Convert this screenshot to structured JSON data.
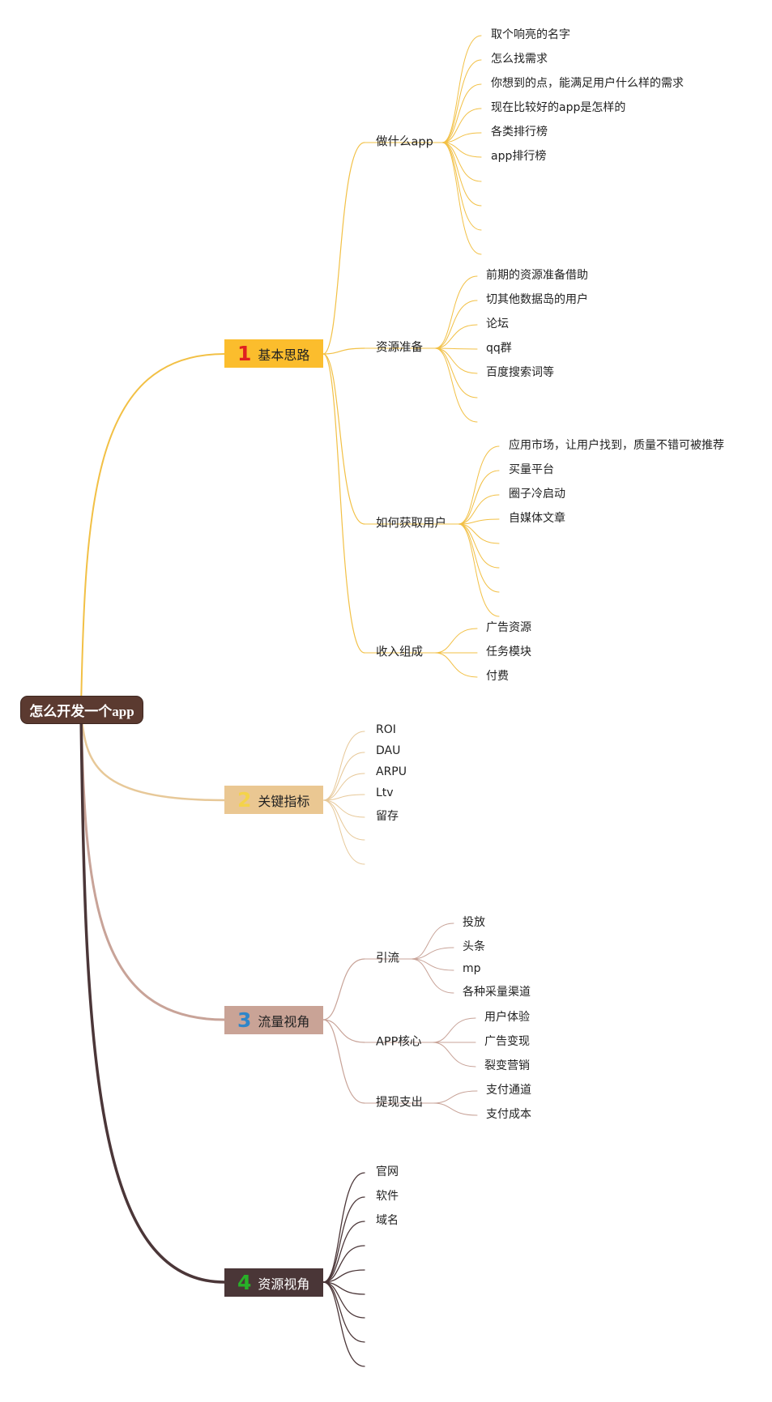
{
  "root": {
    "label": "怎么开发一个app"
  },
  "branches": [
    {
      "id": "b1",
      "number": "1",
      "label": "基本思路",
      "box_color": "#fbbd2d",
      "line_color": "#f2c045",
      "number_color": "#e02020",
      "children": [
        {
          "label": "做什么app",
          "leaves": [
            "取个响亮的名字",
            "怎么找需求",
            "你想到的点，能满足用户什么样的需求",
            "现在比较好的app是怎样的",
            "各类排行榜",
            "app排行榜",
            "",
            "",
            "",
            ""
          ]
        },
        {
          "label": "资源准备",
          "leaves": [
            "前期的资源准备借助",
            "切其他数据岛的用户",
            "论坛",
            "qq群",
            "百度搜索词等",
            "",
            ""
          ]
        },
        {
          "label": "如何获取用户",
          "leaves": [
            "应用市场，让用户找到，质量不错可被推荐",
            "买量平台",
            "圈子冷启动",
            "自媒体文章",
            "",
            "",
            "",
            ""
          ]
        },
        {
          "label": "收入组成",
          "leaves": [
            "广告资源",
            "任务模块",
            "付费"
          ]
        }
      ]
    },
    {
      "id": "b2",
      "number": "2",
      "label": "关键指标",
      "box_color": "#eac792",
      "line_color": "#e7c898",
      "number_color": "#f4d34a",
      "children": [
        {
          "label": "ROI",
          "leaves": []
        },
        {
          "label": "DAU",
          "leaves": []
        },
        {
          "label": "ARPU",
          "leaves": []
        },
        {
          "label": "Ltv",
          "leaves": []
        },
        {
          "label": "留存",
          "leaves": []
        },
        {
          "label": "",
          "leaves": []
        },
        {
          "label": "",
          "leaves": []
        }
      ]
    },
    {
      "id": "b3",
      "number": "3",
      "label": "流量视角",
      "box_color": "#c9a396",
      "line_color": "#c8a398",
      "number_color": "#2f86c9",
      "children": [
        {
          "label": "引流",
          "leaves": [
            "投放",
            "头条",
            "mp",
            "各种采量渠道"
          ]
        },
        {
          "label": "APP核心",
          "leaves": [
            "用户体验",
            "广告变现",
            "裂变营销"
          ]
        },
        {
          "label": "提现支出",
          "leaves": [
            "支付通道",
            "支付成本"
          ]
        }
      ]
    },
    {
      "id": "b4",
      "number": "4",
      "label": "资源视角",
      "box_color": "#4a3637",
      "line_color": "#4b3638",
      "number_color": "#28b028",
      "children": [
        {
          "label": "官网",
          "leaves": []
        },
        {
          "label": "软件",
          "leaves": []
        },
        {
          "label": "域名",
          "leaves": []
        },
        {
          "label": "",
          "leaves": []
        },
        {
          "label": "",
          "leaves": []
        },
        {
          "label": "",
          "leaves": []
        },
        {
          "label": "",
          "leaves": []
        },
        {
          "label": "",
          "leaves": []
        },
        {
          "label": "",
          "leaves": []
        }
      ]
    }
  ]
}
